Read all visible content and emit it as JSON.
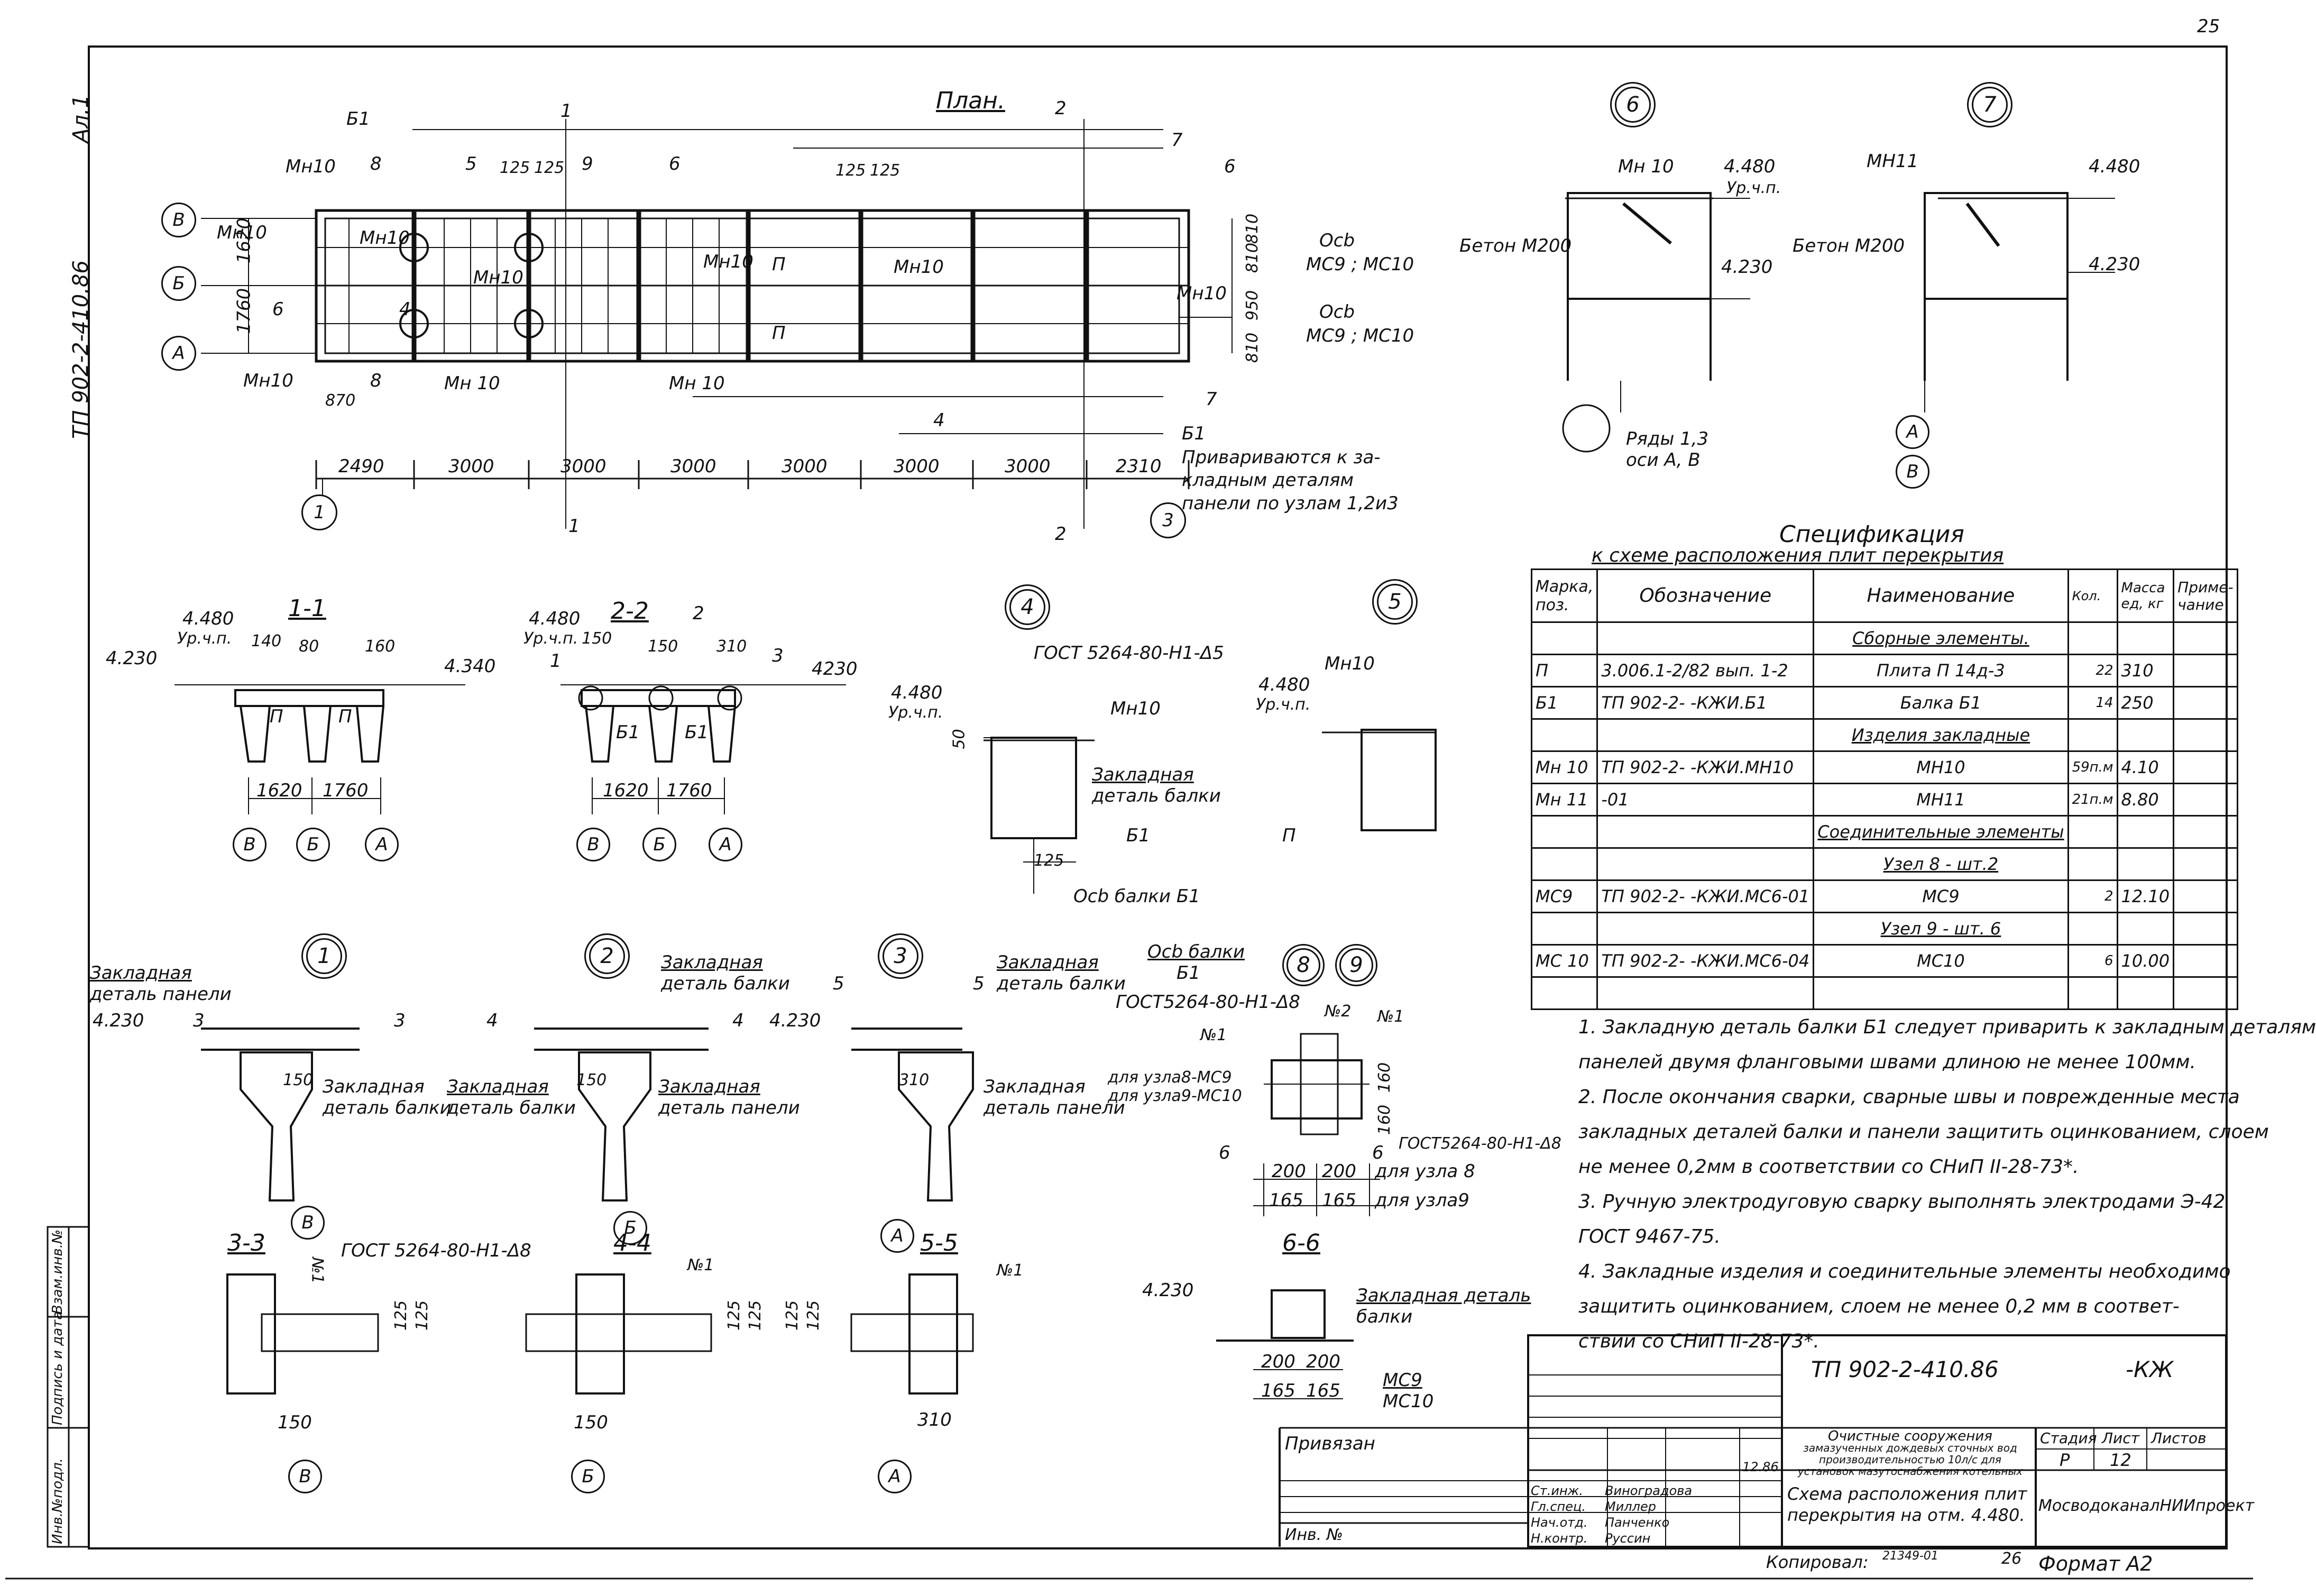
{
  "page_number": "25",
  "sheet_side_label": "Ал.1",
  "side_designation": "ТП 902-2-410.86",
  "plan": {
    "title": "План.",
    "rows": [
      "В",
      "Б",
      "А"
    ],
    "axes": [
      "1",
      "3"
    ],
    "dims_y": [
      "1620",
      "1760"
    ],
    "dims_y_right": [
      "810",
      "810",
      "950",
      "810"
    ],
    "dims_x": [
      "2490",
      "3000",
      "3000",
      "3000",
      "3000",
      "3000",
      "3000",
      "2310"
    ],
    "dim_870": "870",
    "dim_125a": "125",
    "dim_125b": "125",
    "labels": {
      "b1": "Б1",
      "mn10": "Мн10",
      "mn10b": "Мн 10",
      "p": "П",
      "n1": "1",
      "n2": "2",
      "n4": "4",
      "n5": "5",
      "n6": "6",
      "n7": "7",
      "n8": "8",
      "n9": "9"
    },
    "osb1": "Осb",
    "osb1_mc": "МС9 ; МС10",
    "osb2": "Осb",
    "osb2_mc": "МС9 ; МС10",
    "note_b1": "Б1",
    "note_text1": "Привариваются к за-",
    "note_text2": "кладным деталям",
    "note_text3": "панели по узлам 1,2и3"
  },
  "node6": {
    "num": "6",
    "mn": "Мн 10",
    "lvl1": "4.480",
    "lvl1b": "Ур.ч.п.",
    "lvl2": "4.230",
    "beton": "Бетон М200",
    "rows": "Ряды 1,3",
    "axes": "оси А, В"
  },
  "node7": {
    "num": "7",
    "mn": "МН11",
    "lvl1": "4.480",
    "lvl2": "4.230",
    "beton": "Бетон М200",
    "a": "А",
    "b": "В"
  },
  "section11": {
    "title": "1-1",
    "lvl_a": "4.480",
    "lvl_a2": "Ур.ч.п.",
    "lvl_l": "4.230",
    "lvl_r": "4.340",
    "d1": "140",
    "d2": "80",
    "d3": "160",
    "p": "П",
    "w1": "1620",
    "w2": "1760",
    "axes": [
      "В",
      "Б",
      "А"
    ]
  },
  "section22": {
    "title": "2-2",
    "lvl_a": "4.480",
    "lvl_a2": "Ур.ч.п.",
    "d0": "150",
    "d1": "150",
    "d2": "310",
    "n1": "1",
    "n2": "2",
    "n3": "3",
    "lvl_r": "4230",
    "b1": "Б1",
    "w1": "1620",
    "w2": "1760",
    "axes": [
      "В",
      "Б",
      "А"
    ]
  },
  "node4": {
    "num": "4",
    "gost": "ГОСТ 5264-80-Н1-Δ5",
    "lvl": "4.480",
    "lvl2": "Ур.ч.п.",
    "mn": "Мн10",
    "d50": "50",
    "zakl1": "Закладная",
    "zakl2": "деталь балки",
    "b1": "Б1",
    "d125": "125",
    "osb": "Осb балки Б1"
  },
  "node5": {
    "num": "5",
    "mn": "Мн10",
    "lvl": "4.480",
    "lvl2": "Ур.ч.п.",
    "p": "П"
  },
  "spec": {
    "title": "Спецификация",
    "subtitle": "к схеме расположения плит перекрытия",
    "header": [
      "Марка, поз.",
      "Обозначение",
      "Наименование",
      "Кол.",
      "Масса ед, кг",
      "Приме-чание"
    ],
    "rows": [
      [
        "",
        "",
        "Сборные элементы.",
        "",
        "",
        ""
      ],
      [
        "П",
        "3.006.1-2/82 вып. 1-2",
        "Плита П 14д-3",
        "22",
        "310",
        ""
      ],
      [
        "Б1",
        "ТП 902-2-      -КЖИ.Б1",
        "Балка Б1",
        "14",
        "250",
        ""
      ],
      [
        "",
        "",
        "Изделия закладные",
        "",
        "",
        ""
      ],
      [
        "Мн 10",
        "ТП 902-2-      -КЖИ.МН10",
        "МН10",
        "59п.м",
        "4.10",
        ""
      ],
      [
        "Мн 11",
        "                           -01",
        "МН11",
        "21п.м",
        "8.80",
        ""
      ],
      [
        "",
        "",
        "Соединительные элементы",
        "",
        "",
        ""
      ],
      [
        "",
        "",
        "Узел 8 - шт.2",
        "",
        "",
        ""
      ],
      [
        "МС9",
        "ТП 902-2-      -КЖИ.МС6-01",
        "МС9",
        "2",
        "12.10",
        ""
      ],
      [
        "",
        "",
        "Узел 9 - шт. 6",
        "",
        "",
        ""
      ],
      [
        "МС 10",
        "ТП 902-2-      -КЖИ.МС6-04",
        "МС10",
        "6",
        "10.00",
        ""
      ],
      [
        "",
        "",
        "",
        "",
        "",
        ""
      ]
    ]
  },
  "notes": [
    "1. Закладную деталь балки Б1 следует приварить к закладным деталям",
    "панелей двумя фланговыми швами длиною не менее 100мм.",
    "2. После окончания сварки, сварные швы и поврежденные места",
    "закладных деталей балки и панели защитить оцинкованием, слоем",
    "не менее 0,2мм в соответствии со СНиП II-28-73*.",
    "3. Ручную электродуговую сварку выполнять электродами Э-42",
    "ГОСТ 9467-75.",
    "4. Закладные изделия и соединительные элементы необходимо",
    "защитить оцинкованием, слоем не менее 0,2 мм в соответ-",
    "ствии со СНиП II-28-73*."
  ],
  "node1": {
    "num": "1",
    "z1": "Закладная",
    "z2": "деталь панели",
    "lvl": "4.230",
    "n3": "3",
    "d150": "150",
    "z3": "Закладная",
    "z4": "деталь балки",
    "axis": "В"
  },
  "node2": {
    "num": "2",
    "z1": "Закладная",
    "z2": "деталь балки",
    "n4": "4",
    "d150": "150",
    "z3": "Закладная",
    "z4": "деталь балки",
    "z5": "Закладная",
    "z6": "деталь панели",
    "axis": "Б"
  },
  "node3": {
    "num": "3",
    "z1": "Закладная",
    "z2": "деталь балки",
    "n5": "5",
    "lvl": "4.230",
    "d310": "310",
    "z3": "Закладная",
    "z4": "деталь панели",
    "axis": "А"
  },
  "node89": {
    "n8": "8",
    "n9": "9",
    "osb": "Осb балки",
    "b1": "Б1",
    "gost1": "ГОСТ5264-80-Н1-Δ8",
    "no1a": "№1",
    "no2": "№2",
    "no1b": "№1",
    "for8": "для узла8-МС9",
    "for9": "для узла9-МС10",
    "d160a": "160",
    "d160b": "160",
    "gost2": "ГОСТ5264-80-Н1-Δ8",
    "n6": "6",
    "d200a": "200",
    "d200b": "200",
    "d_for8": "для узла 8",
    "d165a": "165",
    "d165b": "165",
    "d_for9": "для узла9"
  },
  "sec33": {
    "title": "3-3",
    "gost": "ГОСТ 5264-80-Н1-Δ8",
    "no1": "№1",
    "d125a": "125",
    "d125b": "125",
    "d150": "150",
    "axis": "В"
  },
  "sec44": {
    "title": "4-4",
    "no1": "№1",
    "d125a": "125",
    "d125b": "125",
    "d150": "150",
    "axis": "Б"
  },
  "sec55": {
    "title": "5-5",
    "no1": "№1",
    "d125a": "125",
    "d125b": "125",
    "d310": "310",
    "axis": "А"
  },
  "sec66": {
    "title": "6-6",
    "lvl": "4.230",
    "z1": "Закладная деталь",
    "z2": "балки",
    "d200a": "200",
    "d200b": "200",
    "d165a": "165",
    "d165b": "165",
    "mc9": "МС9",
    "mc10": "МС10"
  },
  "titleblock": {
    "code": "ТП 902-2-410.86",
    "suffix": "-КЖ",
    "privyazan": "Привязан",
    "inv": "Инв. №",
    "roles": [
      "Ст.инж.",
      "Гл.спец.",
      "Нач.отд.",
      "Н.контр."
    ],
    "names": [
      "Виноградова",
      "Миллер",
      "Панченко",
      "Руссин"
    ],
    "date": "12.86",
    "project": [
      "Очистные сооружения",
      "замазученных дождевых сточных вод",
      "производительностью 10л/с для",
      "установок мазутоснабжения котельных"
    ],
    "sheet_title": [
      "Схема расположения плит",
      "перекрытия на отм. 4.480."
    ],
    "h_stage": "Стадия",
    "h_sheet": "Лист",
    "h_sheets": "Листов",
    "stage": "Р",
    "sheet": "12",
    "sheets": "",
    "org": "МосводоканалНИИпроект",
    "copied": "Копировал:",
    "copy_num": "21349-01",
    "num26": "26",
    "format": "Формат А2"
  },
  "left_strip": [
    "Инв.№подл.",
    "Подпись и дата",
    "Взам.инв.№"
  ]
}
